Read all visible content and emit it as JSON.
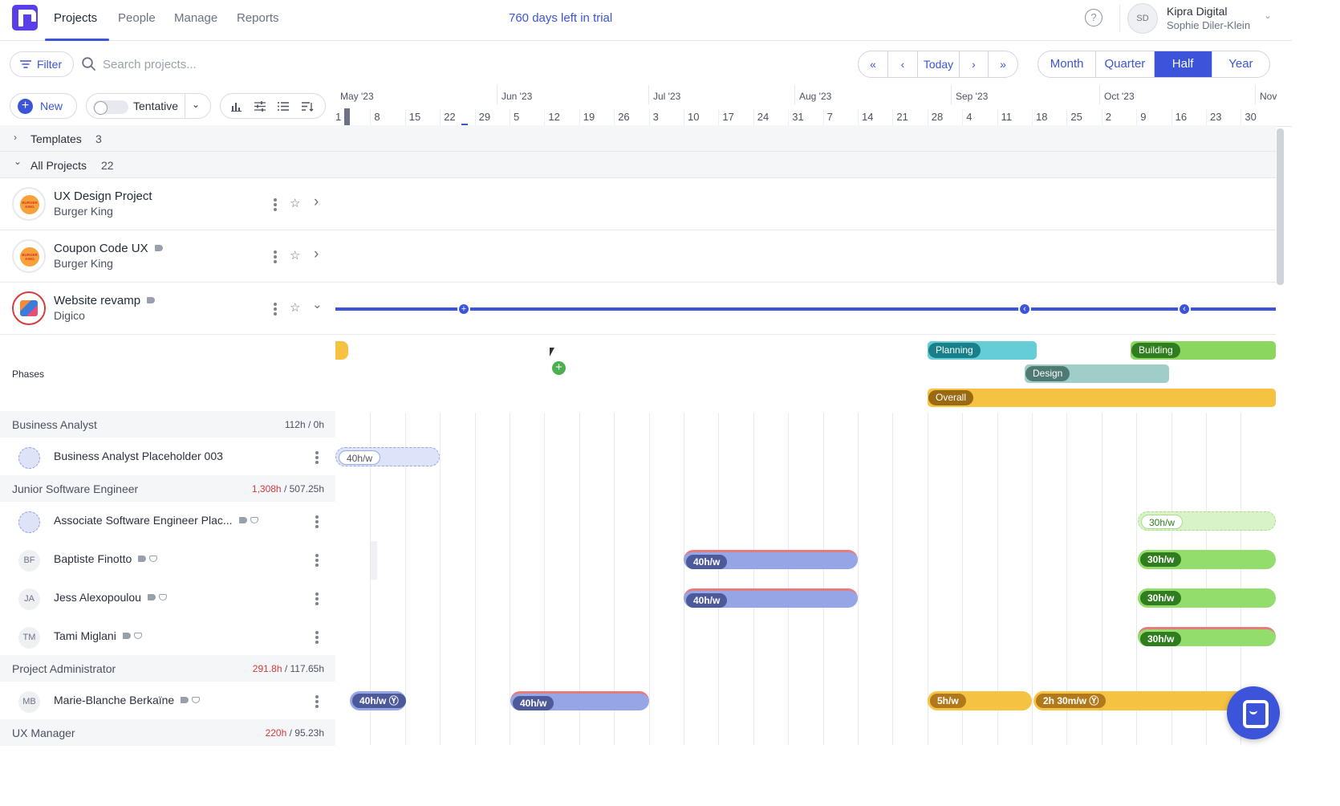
{
  "nav": {
    "tabs": [
      "Projects",
      "People",
      "Manage",
      "Reports"
    ],
    "active": "Projects",
    "trial_text": "760 days left in trial",
    "help": "?",
    "user_initials": "SD",
    "org": "Kipra Digital",
    "user": "Sophie Diler-Klein"
  },
  "toolbar": {
    "filter_label": "Filter",
    "search_placeholder": "Search projects...",
    "first_icon": "«",
    "prev_icon": "‹",
    "today_label": "Today",
    "next_icon": "›",
    "last_icon": "»",
    "ranges": [
      "Month",
      "Quarter",
      "Half",
      "Year"
    ],
    "active_range": "Half",
    "new_label": "New",
    "tentative_label": "Tentative"
  },
  "timeline": {
    "months": [
      "May '23",
      "Jun '23",
      "Jul '23",
      "Aug '23",
      "Sep '23",
      "Oct '23",
      "Nov"
    ],
    "days": [
      "1",
      "8",
      "15",
      "22",
      "29",
      "5",
      "12",
      "19",
      "26",
      "3",
      "10",
      "17",
      "24",
      "31",
      "7",
      "14",
      "21",
      "28",
      "4",
      "11",
      "18",
      "25",
      "2",
      "9",
      "16",
      "23",
      "30"
    ]
  },
  "groups": {
    "templates_label": "Templates",
    "templates_count": "3",
    "all_label": "All Projects",
    "all_count": "22"
  },
  "projects": [
    {
      "name": "UX Design Project",
      "client": "Burger King"
    },
    {
      "name": "Coupon Code UX",
      "client": "Burger King"
    },
    {
      "name": "Website revamp",
      "client": "Digico"
    }
  ],
  "phases": {
    "label": "Phases",
    "items": [
      "Planning",
      "Building",
      "Design",
      "Overall"
    ],
    "colors": {
      "Planning": "#64cdd6",
      "Building": "#8bd65f",
      "Design": "#9fcdc7",
      "Overall": "#f5c242"
    }
  },
  "roles": [
    {
      "name": "Business Analyst",
      "hours": "112h / 0h",
      "over": "",
      "rest": ""
    },
    {
      "name": "Junior Software Engineer",
      "hours": "",
      "over": "1,308h",
      "rest": " / 507.25h"
    },
    {
      "name": "Project Administrator",
      "hours": "",
      "over": "291.8h",
      "rest": " / 117.65h"
    },
    {
      "name": "UX Manager",
      "hours": "",
      "over": "220h",
      "rest": " / 95.23h"
    }
  ],
  "people": [
    {
      "initials": "",
      "name": "Business Analyst Placeholder 003"
    },
    {
      "initials": "",
      "name": "Associate Software Engineer Plac..."
    },
    {
      "initials": "BF",
      "name": "Baptiste Finotto"
    },
    {
      "initials": "JA",
      "name": "Jess Alexopoulou"
    },
    {
      "initials": "TM",
      "name": "Tami Miglani"
    },
    {
      "initials": "MB",
      "name": "Marie-Blanche Berkaïne"
    }
  ],
  "allocations": {
    "a40": "40h/w",
    "a30": "30h/w",
    "a5": "5h/w",
    "a2h30": "2h 30m/w"
  }
}
